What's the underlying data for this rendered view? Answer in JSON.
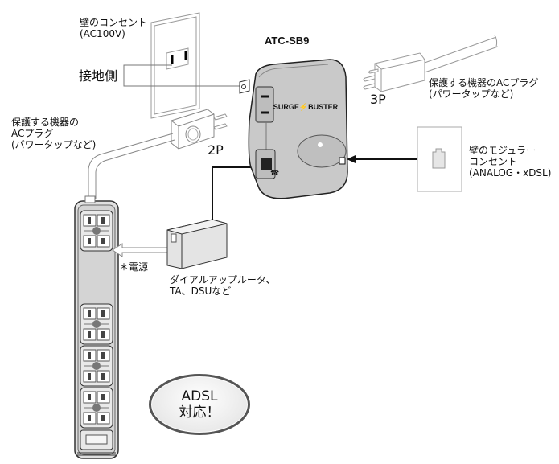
{
  "product": {
    "model": "ATC-SB9",
    "brand_logo": "SURGE⚡BUSTER",
    "phone_icon": "☎"
  },
  "labels": {
    "wall_outlet": "壁のコンセント\n(AC100V)",
    "ground_side": "接地側",
    "ac_plug_left": "保護する機器の\nACプラグ\n(パワータップなど)",
    "plug_2p": "2P",
    "plug_3p": "3P",
    "ac_plug_right": "保護する機器のACプラグ\n(パワータップなど)",
    "modular_outlet": "壁のモジュラー\nコンセント\n(ANALOG・xDSL)",
    "power_note": "＊電源",
    "router": "ダイアルアップルータ、\nTA、DSUなど"
  },
  "badge": {
    "line1": "ADSL",
    "line2": "対応！"
  },
  "icons": {
    "wall-outlet": "wall-outlet-icon",
    "surge-protector": "surge-protector-icon",
    "power-strip": "power-strip-icon",
    "router": "router-icon",
    "modular-jack": "modular-jack-icon",
    "plug-2p": "plug-2p-icon",
    "plug-3p": "plug-3p-icon"
  },
  "colors": {
    "device_body": "#cfcfcf",
    "device_outline": "#333333",
    "line": "#888888",
    "cable": "#111111"
  }
}
